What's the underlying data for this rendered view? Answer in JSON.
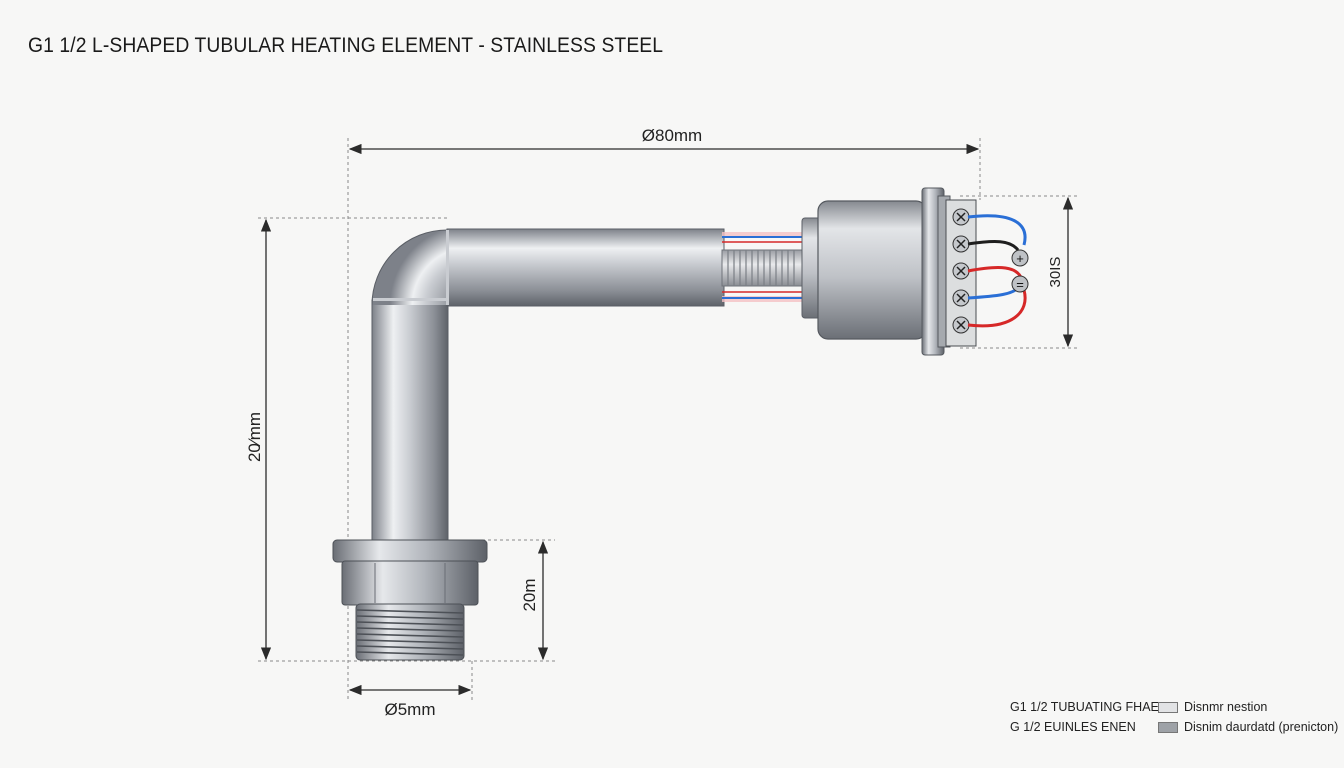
{
  "title": "G1 1/2 L-SHAPED TUBULAR HEATING ELEMENT - STAINLESS STEEL",
  "dimensions": {
    "top_width": "Ø80mm",
    "vertical_height": "20⁄mm",
    "thread_height": "20m",
    "thread_diameter": "Ø5mm",
    "terminal_height": "30IS"
  },
  "terminal": {
    "plus_symbol": "+",
    "equals_symbol": "=",
    "wire_colors": {
      "blue": "#2a6fd6",
      "black": "#1e1e1e",
      "red": "#d62828"
    }
  },
  "legend": {
    "line1_left": "G1 1/2 TUBUATING FHAER",
    "line1_right": "Disnmr nestion",
    "line2_left": "G 1/2 EUINLES ENEN",
    "line2_right": "Disnim daurdatd (prenicton)"
  },
  "colors": {
    "steel_dark": "#6f737a",
    "steel_light": "#f0f1f3",
    "dimension_line": "#2b2b2b"
  }
}
